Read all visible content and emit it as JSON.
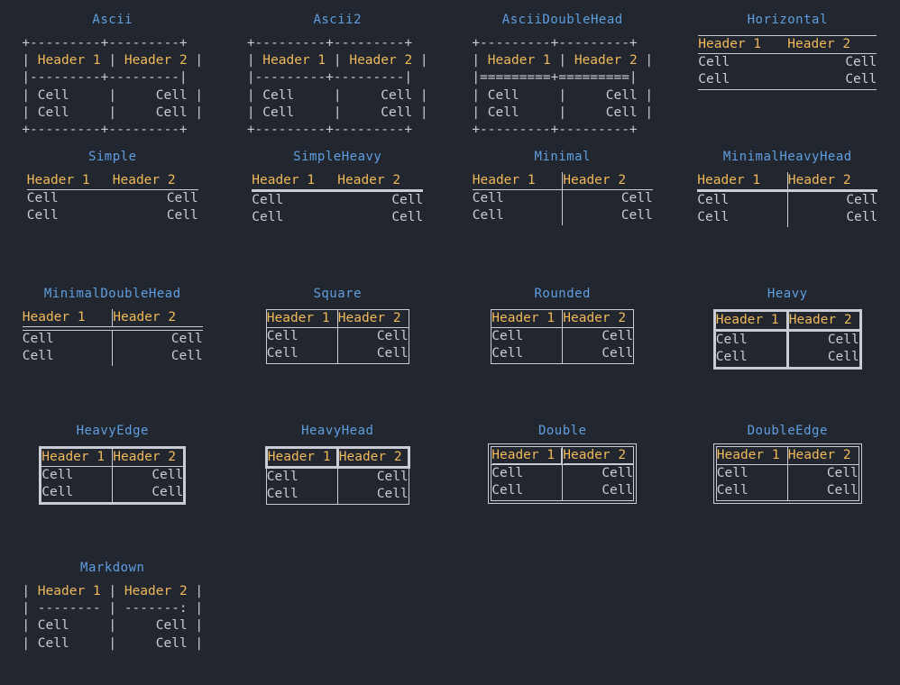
{
  "palette": {
    "background": "#22262f",
    "title": "#5f9ee0",
    "header_text": "#f0b95a",
    "cell_text": "#c9ccd4",
    "line": "#c9ccd4"
  },
  "table_content": {
    "headers": [
      "Header 1",
      "Header 2"
    ],
    "rows": [
      [
        "Cell",
        "Cell"
      ],
      [
        "Cell",
        "Cell"
      ]
    ],
    "col1_align": "left",
    "col2_align": "right"
  },
  "boxes": [
    {
      "name": "Ascii",
      "art": [
        "+---------+---------+",
        "| Header 1 | Header 2 |",
        "|---------+---------|",
        "| Cell    |    Cell |",
        "| Cell    |    Cell |",
        "+---------+---------+"
      ]
    },
    {
      "name": "Ascii2",
      "art": [
        "+---------+---------+",
        "| Header 1 | Header 2 |",
        "|---------+---------|",
        "| Cell    |    Cell |",
        "| Cell    |    Cell |",
        "+---------+---------+"
      ]
    },
    {
      "name": "AsciiDoubleHead",
      "art": [
        "+---------+---------+",
        "| Header 1 | Header 2 |",
        "|=========+=========|",
        "| Cell    |    Cell |",
        "| Cell    |    Cell |",
        "+---------+---------+"
      ]
    },
    {
      "name": "Horizontal"
    },
    {
      "name": "Simple"
    },
    {
      "name": "SimpleHeavy"
    },
    {
      "name": "Minimal"
    },
    {
      "name": "MinimalHeavyHead"
    },
    {
      "name": "MinimalDoubleHead"
    },
    {
      "name": "Square"
    },
    {
      "name": "Rounded"
    },
    {
      "name": "Heavy"
    },
    {
      "name": "HeavyEdge"
    },
    {
      "name": "HeavyHead"
    },
    {
      "name": "Double"
    },
    {
      "name": "DoubleEdge"
    },
    {
      "name": "Markdown",
      "art": [
        "| Header 1 | Header 2 |",
        "| -------- | -------: |",
        "| Cell     |     Cell |",
        "| Cell     |     Cell |"
      ]
    }
  ]
}
